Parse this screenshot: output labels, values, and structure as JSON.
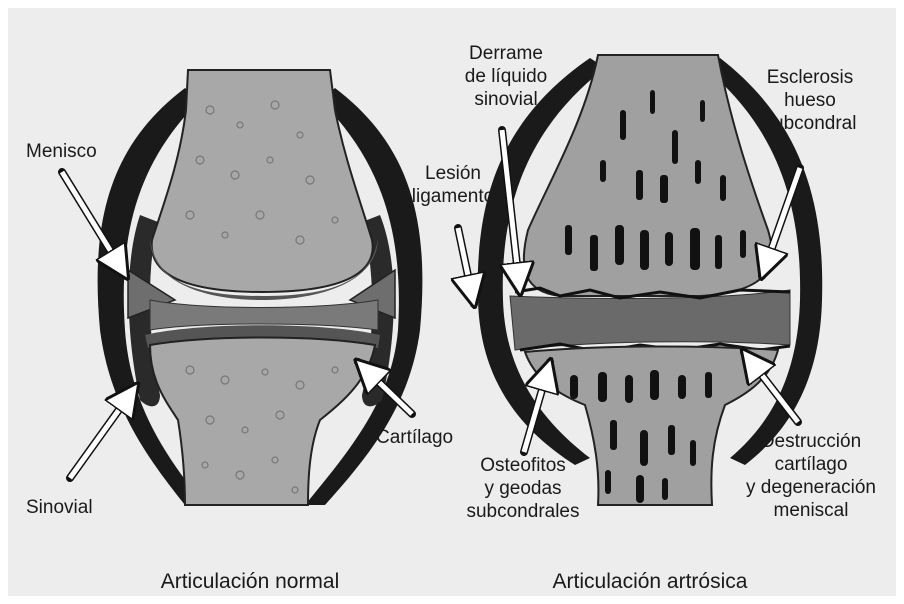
{
  "labels": {
    "menisco": "Menisco",
    "sinovial": "Sinovial",
    "cartilago": "Cartílago",
    "derrame": "Derrame\nde líquido\nsinovial",
    "lesion": "Lesión\nligamento",
    "esclerosis": "Esclerosis\nhueso\nsubcondral",
    "osteofitos": "Osteofitos\ny geodas\nsubcondrales",
    "destruccion": "Destrucción\ncartílago\ny degeneración\nmeniscal"
  },
  "captions": {
    "normal": "Articulación normal",
    "artrosica": "Articulación artrósica"
  },
  "colors": {
    "panel": "#ededed",
    "bone": "#a8a8a8",
    "cartilage": "#787878",
    "capsule": "#1a1a1a",
    "arrow": "#ffffff"
  }
}
